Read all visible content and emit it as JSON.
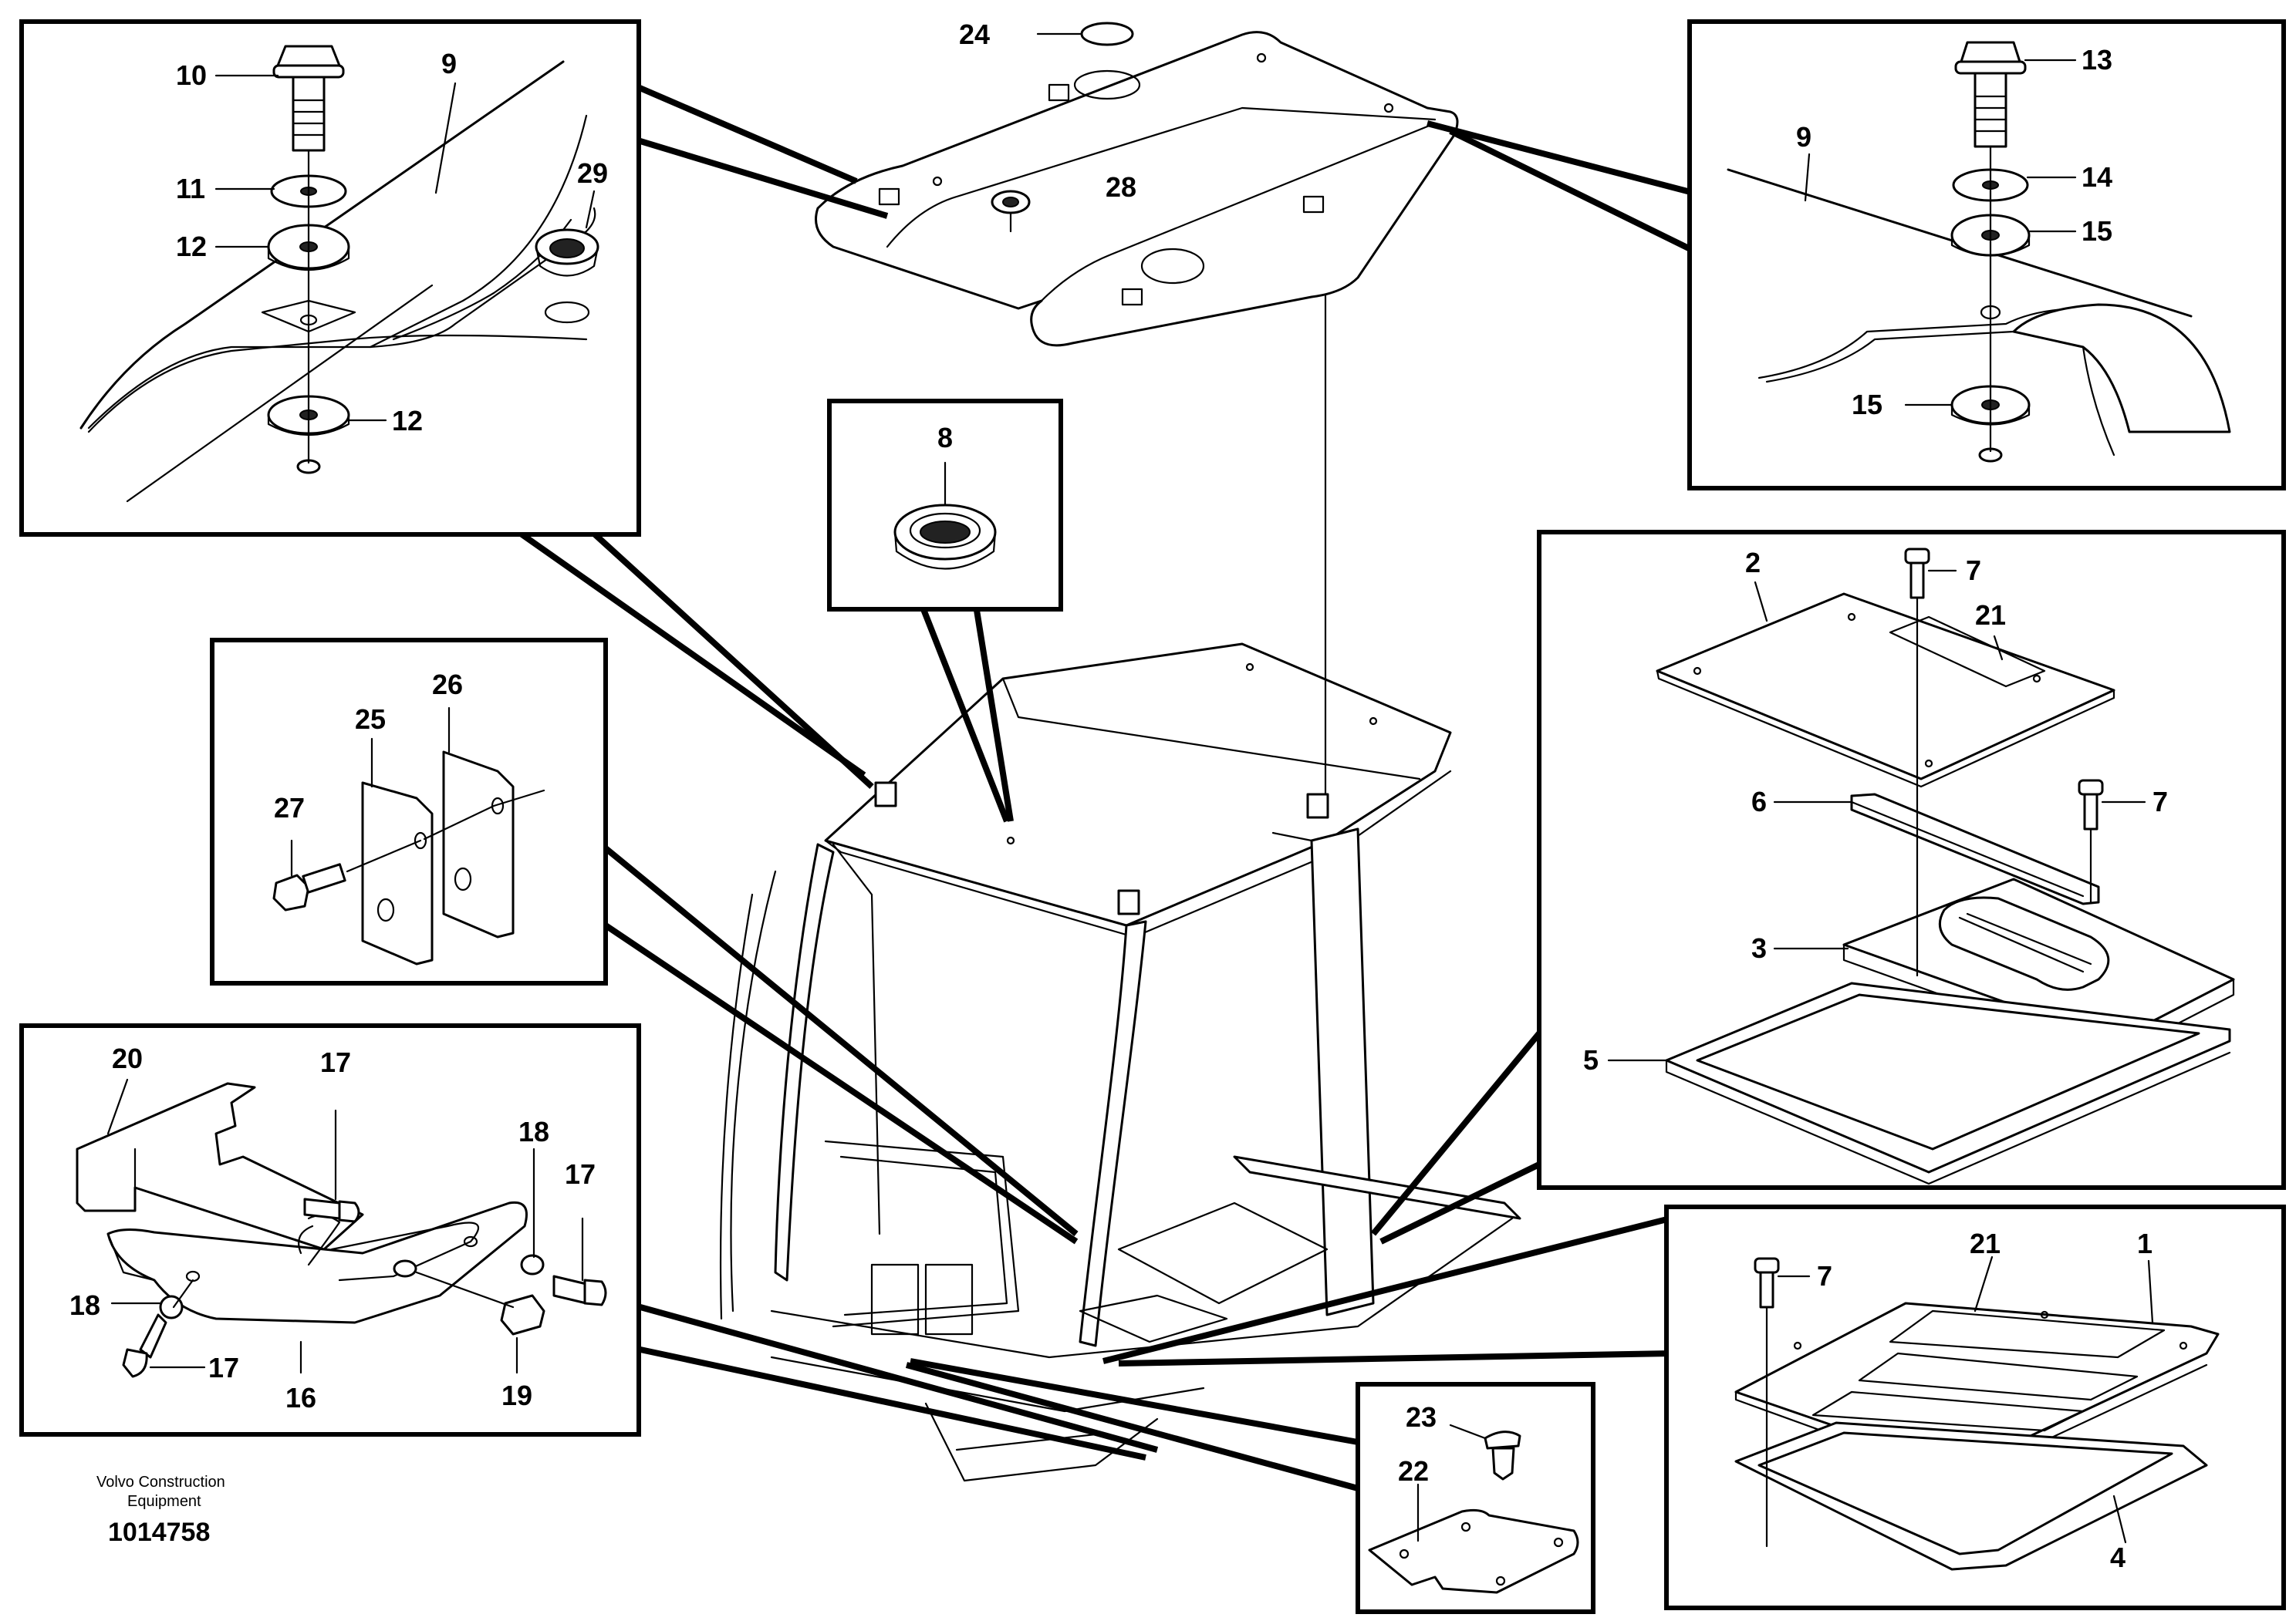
{
  "credit": {
    "line1": "Volvo Construction",
    "line2": "Equipment",
    "code": "1014758"
  },
  "callouts": {
    "c1": "1",
    "c2": "2",
    "c3": "3",
    "c4": "4",
    "c5": "5",
    "c6": "6",
    "c7a": "7",
    "c7b": "7",
    "c7c": "7",
    "c8": "8",
    "c9a": "9",
    "c9b": "9",
    "c10": "10",
    "c11": "11",
    "c12a": "12",
    "c12b": "12",
    "c13": "13",
    "c14": "14",
    "c15a": "15",
    "c15b": "15",
    "c16": "16",
    "c17a": "17",
    "c17b": "17",
    "c17c": "17",
    "c18a": "18",
    "c18b": "18",
    "c19": "19",
    "c20": "20",
    "c21a": "21",
    "c21b": "21",
    "c22": "22",
    "c23": "23",
    "c24": "24",
    "c25": "25",
    "c26": "26",
    "c27": "27",
    "c28": "28",
    "c29": "29"
  }
}
